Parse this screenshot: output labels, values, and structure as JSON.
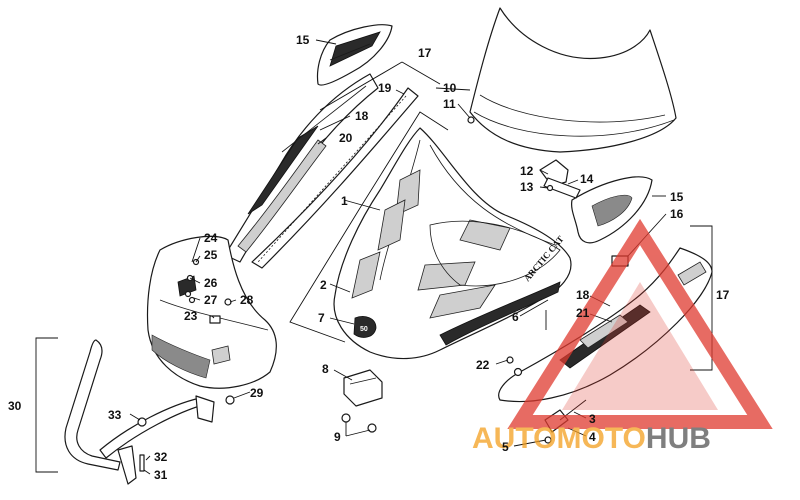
{
  "callouts": {
    "c1": "1",
    "c2": "2",
    "c3": "3",
    "c4": "4",
    "c5": "5",
    "c6": "6",
    "c7": "7",
    "c8": "8",
    "c9": "9",
    "c10": "10",
    "c11": "11",
    "c12": "12",
    "c13": "13",
    "c14": "14",
    "c15a": "15",
    "c15b": "15",
    "c16": "16",
    "c17a": "17",
    "c17b": "17",
    "c18a": "18",
    "c18b": "18",
    "c19": "19",
    "c20": "20",
    "c21": "21",
    "c22": "22",
    "c23": "23",
    "c24": "24",
    "c25": "25",
    "c26": "26",
    "c27": "27",
    "c28": "28",
    "c29": "29",
    "c30": "30",
    "c31": "31",
    "c32": "32",
    "c33": "33"
  },
  "decal": {
    "brand": "ARCTIC CAT",
    "badge": "50"
  },
  "watermark": {
    "part1": "AUTO",
    "part2": "MOTO",
    "part3": "HUB"
  },
  "colors": {
    "watermark_red": "#e03a2f",
    "watermark_orange": "#f4a020",
    "watermark_grey": "#555555"
  }
}
